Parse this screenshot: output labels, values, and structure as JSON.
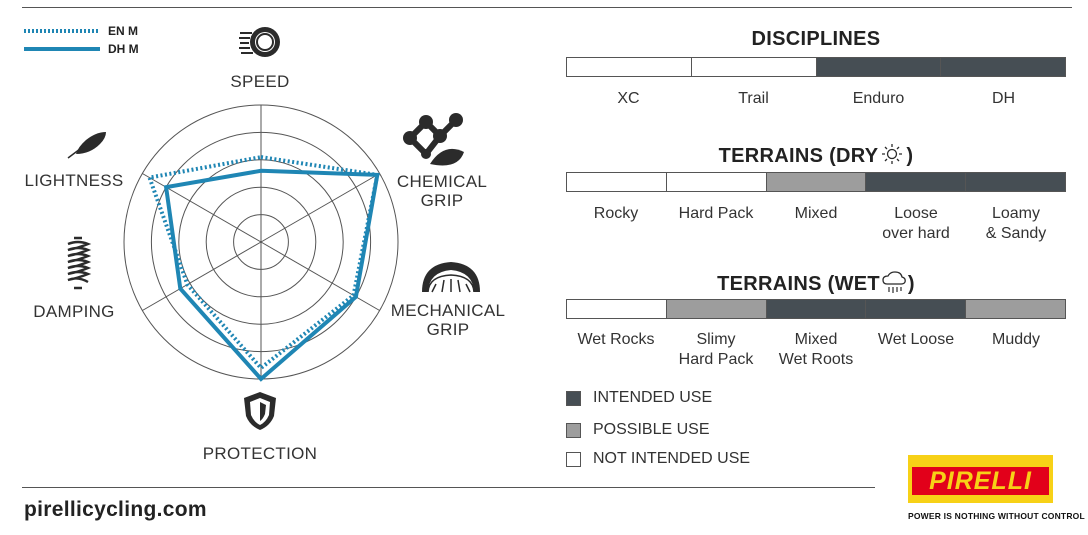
{
  "legend": {
    "dotted": "EN M",
    "solid": "DH M"
  },
  "colors": {
    "series": "#1f86b4",
    "intended": "#464e54",
    "possible": "#9d9d9d",
    "not_intended": "#ffffff",
    "logo_yellow": "#f7d117",
    "logo_red": "#e2001a"
  },
  "chart_data": {
    "type": "radar",
    "axes": [
      "SPEED",
      "CHEMICAL GRIP",
      "MECHANICAL GRIP",
      "PROTECTION",
      "DAMPING",
      "LIGHTNESS"
    ],
    "axis_labels": {
      "speed": "SPEED",
      "chemical": "CHEMICAL\nGRIP",
      "mechanical": "MECHANICAL\nGRIP",
      "protection": "PROTECTION",
      "damping": "DAMPING",
      "lightness": "LIGHTNESS"
    },
    "levels": 5,
    "max": 5,
    "grid": true,
    "icons": [
      "speed-icon",
      "chemical-grip-icon",
      "mechanical-grip-icon",
      "protection-icon",
      "damping-icon",
      "lightness-icon"
    ],
    "series": [
      {
        "name": "EN M",
        "style": "dotted",
        "values": [
          3.1,
          4.9,
          3.9,
          4.6,
          3.1,
          4.7
        ]
      },
      {
        "name": "DH M",
        "style": "solid",
        "values": [
          2.6,
          4.9,
          4.0,
          5.0,
          3.4,
          4.0
        ]
      }
    ]
  },
  "disciplines": {
    "title": "DISCIPLINES",
    "items": [
      {
        "label": "XC",
        "use": "not"
      },
      {
        "label": "Trail",
        "use": "not"
      },
      {
        "label": "Enduro",
        "use": "intended"
      },
      {
        "label": "DH",
        "use": "intended"
      }
    ]
  },
  "terrains_dry": {
    "title": "TERRAINS (DRY",
    "title_end": ")",
    "icon": "sun-icon",
    "items": [
      {
        "label": "Rocky",
        "use": "not"
      },
      {
        "label": "Hard Pack",
        "use": "not"
      },
      {
        "label": "Mixed",
        "use": "possible"
      },
      {
        "label": "Loose\nover hard",
        "use": "intended"
      },
      {
        "label": "Loamy\n& Sandy",
        "use": "intended"
      }
    ]
  },
  "terrains_wet": {
    "title": "TERRAINS (WET",
    "title_end": ")",
    "icon": "rain-cloud-icon",
    "items": [
      {
        "label": "Wet Rocks",
        "use": "not"
      },
      {
        "label": "Slimy\nHard Pack",
        "use": "possible"
      },
      {
        "label": "Mixed\nWet Roots",
        "use": "intended"
      },
      {
        "label": "Wet Loose",
        "use": "intended"
      },
      {
        "label": "Muddy",
        "use": "possible"
      }
    ]
  },
  "key": {
    "intended": "INTENDED USE",
    "possible": "POSSIBLE USE",
    "not": "NOT INTENDED USE"
  },
  "footer": {
    "website": "pirellicycling.com",
    "logo_text": "PIRELLI",
    "tagline": "POWER IS NOTHING WITHOUT CONTROL"
  }
}
